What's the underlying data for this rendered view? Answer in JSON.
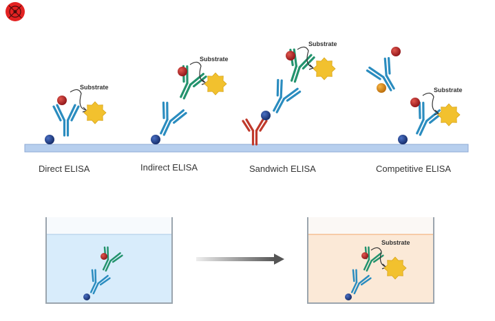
{
  "logo": {
    "icon": "biorender-style-logo-icon",
    "color": "#e32222"
  },
  "diagram": {
    "substrate_label": "Substrate",
    "methods": [
      {
        "id": "direct",
        "label": "Direct ELISA"
      },
      {
        "id": "indirect",
        "label": "Indirect ELISA"
      },
      {
        "id": "sandwich",
        "label": "Sandwich ELISA"
      },
      {
        "id": "competitive",
        "label": "Competitive ELISA"
      }
    ]
  },
  "colors": {
    "plate": "#b7cfee",
    "plate_border": "#8ea8d4",
    "antibody_blue": "#2a8cbf",
    "antibody_green": "#23936d",
    "capture_antibody_red": "#c0392b",
    "enzyme_red": "#b32027",
    "antigen_navy": "#1e3f8f",
    "antigen_orange": "#e08a12",
    "substrate_star": "#f2c12e",
    "well_blue_liquid": "#d8ecfb",
    "well_orange_liquid": "#fbe9d7",
    "arrow": "#5a5a5a"
  }
}
